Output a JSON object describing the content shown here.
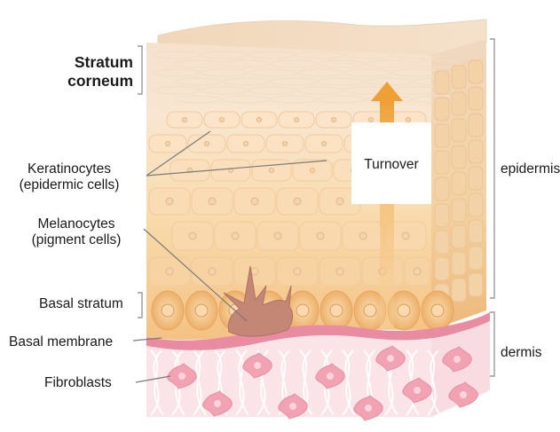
{
  "labels": {
    "stratum_corneum_line1": "Stratum",
    "stratum_corneum_line2": "corneum",
    "keratinocytes_line1": "Keratinocytes",
    "keratinocytes_line2": "(epidermic cells)",
    "melanocytes_line1": "Melanocytes",
    "melanocytes_line2": "(pigment cells)",
    "basal_stratum": "Basal stratum",
    "basal_membrane": "Basal membrane",
    "fibroblasts": "Fibroblasts",
    "turnover": "Turnover",
    "epidermis": "epidermis",
    "dermis": "dermis"
  },
  "colors": {
    "stratum_top": "#f3dcc0",
    "epidermis_mid": "#f7ddb6",
    "basal_cells": "#efb574",
    "membrane": "#e58aa0",
    "dermis": "#fbe3e8",
    "fibroblast": "#ef9fb0",
    "melanocyte": "#c27f72",
    "arrow": "#f0a33a",
    "bracket": "#9a9a9a"
  }
}
